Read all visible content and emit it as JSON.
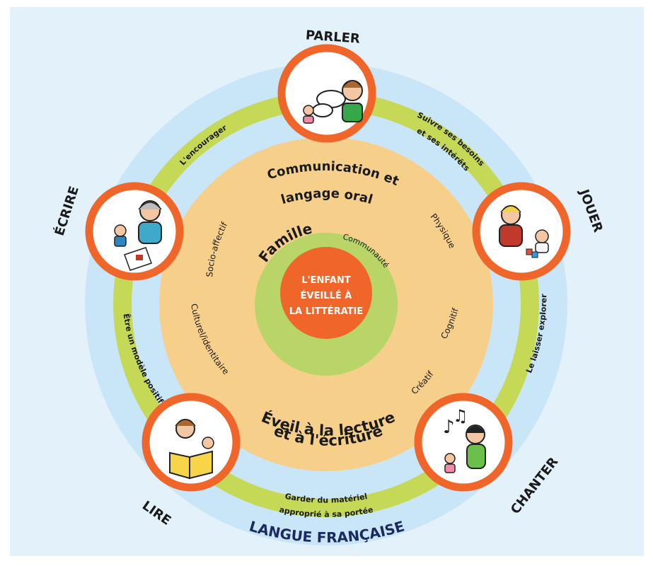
{
  "colors": {
    "frame": "#e3f1fa",
    "outer_ring": "#c9e6f8",
    "green_ring": "#c5d956",
    "orange_ring": "#f6cf8a",
    "inner_green": "#b9d467",
    "core": "#f0652a",
    "badge_border": "#f0652a"
  },
  "outer_labels": {
    "parler": "PARLER",
    "jouer": "JOUER",
    "chanter": "CHANTER",
    "lire": "LIRE",
    "ecrire": "ÉCRIRE",
    "langue": "LANGUE FRANÇAISE"
  },
  "green_ring_labels": {
    "encourager": "L'encourager",
    "besoins_1": "Suivre ses besoins",
    "besoins_2": "et ses intérêts",
    "explorer": "Le laisser explorer",
    "materiel_1": "Garder du matériel",
    "materiel_2": "approprié à sa portée",
    "modele": "Être un modèle positif"
  },
  "orange_ring_labels": {
    "communication_1": "Communication et",
    "communication_2": "langage oral",
    "eveil_1": "Éveil à la lecture",
    "eveil_2": "et à l'écriture",
    "physique": "Physique",
    "cognitif": "Cognitif",
    "creatif": "Créatif",
    "culturel": "Culturel/identitaire",
    "socio": "Socio-affectif"
  },
  "inner_ring_labels": {
    "famille": "Famille",
    "communaute": "Communauté"
  },
  "core": {
    "line1": "L'ENFANT",
    "line2": "ÉVEILLÉ À",
    "line3": "LA LITTÉRATIE"
  },
  "icons": {
    "parler": "parent-talking-to-child-icon",
    "jouer": "grandparent-playing-blocks-icon",
    "chanter": "parent-singing-with-child-icon",
    "lire": "parent-reading-book-icon",
    "ecrire": "grandparent-drawing-with-child-icon"
  }
}
